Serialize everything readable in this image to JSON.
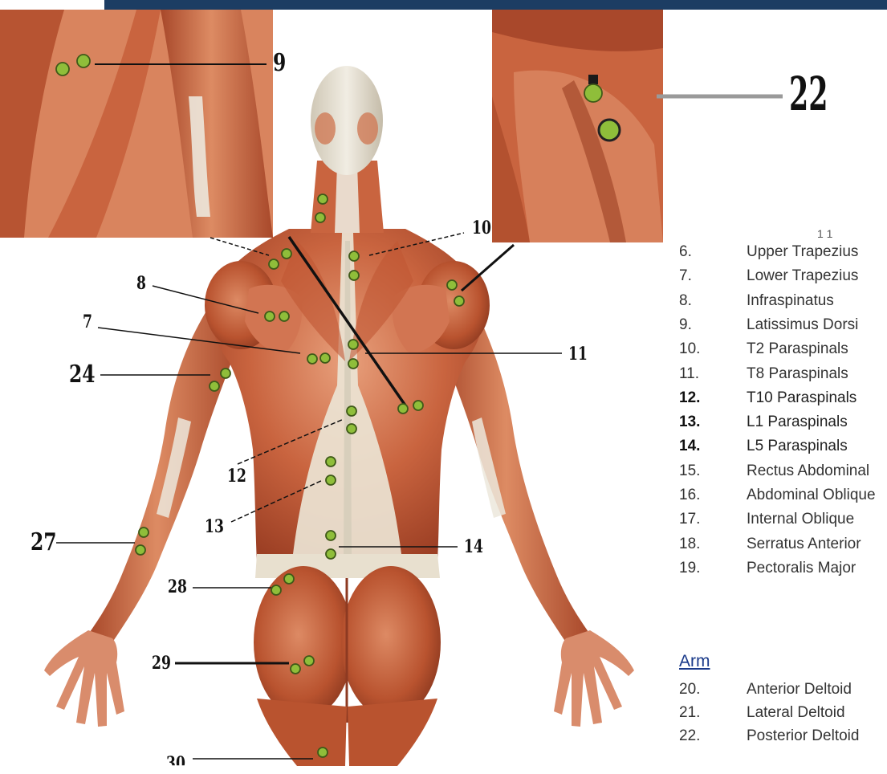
{
  "callouts": {
    "c9": "9",
    "c22": "22",
    "c10": "10",
    "c8": "8",
    "c7": "7",
    "c11": "11",
    "c24": "24",
    "c12": "12",
    "c13": "13",
    "c27": "27",
    "c14": "14",
    "c28": "28",
    "c29": "29",
    "c30": "30"
  },
  "legend_fragment": "1 1",
  "legend_trunk": [
    {
      "num": "6.",
      "name": "Upper Trapezius"
    },
    {
      "num": "7.",
      "name": "Lower Trapezius"
    },
    {
      "num": "8.",
      "name": "Infraspinatus"
    },
    {
      "num": "9.",
      "name": "Latissimus Dorsi"
    },
    {
      "num": "10.",
      "name": "T2 Paraspinals"
    },
    {
      "num": "11.",
      "name": "T8 Paraspinals"
    },
    {
      "num": "12.",
      "name": "T10 Paraspinals"
    },
    {
      "num": "13.",
      "name": "L1 Paraspinals"
    },
    {
      "num": "14.",
      "name": "L5 Paraspinals"
    },
    {
      "num": "15.",
      "name": "Rectus Abdominal"
    },
    {
      "num": "16.",
      "name": "Abdominal Oblique"
    },
    {
      "num": "17.",
      "name": "Internal Oblique"
    },
    {
      "num": "18.",
      "name": "Serratus Anterior"
    },
    {
      "num": "19.",
      "name": "Pectoralis Major"
    }
  ],
  "arm_heading": "Arm",
  "legend_arm": [
    {
      "num": "20.",
      "name": "Anterior Deltoid"
    },
    {
      "num": "21.",
      "name": "Lateral Deltoid"
    },
    {
      "num": "22.",
      "name": "Posterior Deltoid"
    }
  ],
  "colors": {
    "muscle": "#c8613e",
    "muscle_light": "#e49a78",
    "tendon": "#ece7dc",
    "marker": "#8fbe3a",
    "header_bar": "#1c3d63"
  }
}
